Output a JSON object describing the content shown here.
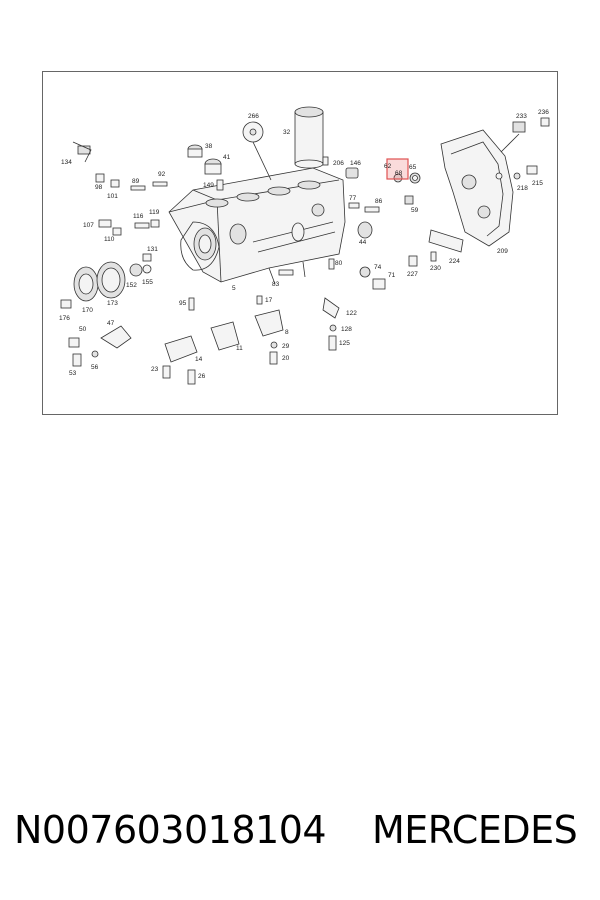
{
  "diagram": {
    "labels": [
      {
        "id": "266",
        "text": "266"
      },
      {
        "id": "32",
        "text": "32"
      },
      {
        "id": "38",
        "text": "38"
      },
      {
        "id": "41",
        "text": "41"
      },
      {
        "id": "206",
        "text": "206"
      },
      {
        "id": "146",
        "text": "146"
      },
      {
        "id": "62",
        "text": "62"
      },
      {
        "id": "68",
        "text": "68"
      },
      {
        "id": "65",
        "text": "65"
      },
      {
        "id": "59",
        "text": "59"
      },
      {
        "id": "233",
        "text": "233"
      },
      {
        "id": "236",
        "text": "236"
      },
      {
        "id": "218",
        "text": "218"
      },
      {
        "id": "215",
        "text": "215"
      },
      {
        "id": "134",
        "text": "134"
      },
      {
        "id": "98",
        "text": "98"
      },
      {
        "id": "101",
        "text": "101"
      },
      {
        "id": "89",
        "text": "89"
      },
      {
        "id": "92",
        "text": "92"
      },
      {
        "id": "149",
        "text": "149"
      },
      {
        "id": "77",
        "text": "77"
      },
      {
        "id": "86",
        "text": "86"
      },
      {
        "id": "44",
        "text": "44"
      },
      {
        "id": "116",
        "text": "116"
      },
      {
        "id": "119",
        "text": "119"
      },
      {
        "id": "107",
        "text": "107"
      },
      {
        "id": "110",
        "text": "110"
      },
      {
        "id": "131",
        "text": "131"
      },
      {
        "id": "74",
        "text": "74"
      },
      {
        "id": "71",
        "text": "71"
      },
      {
        "id": "227",
        "text": "227"
      },
      {
        "id": "230",
        "text": "230"
      },
      {
        "id": "224",
        "text": "224"
      },
      {
        "id": "209",
        "text": "209"
      },
      {
        "id": "80",
        "text": "80"
      },
      {
        "id": "152",
        "text": "152"
      },
      {
        "id": "155",
        "text": "155"
      },
      {
        "id": "170",
        "text": "170"
      },
      {
        "id": "173",
        "text": "173"
      },
      {
        "id": "176",
        "text": "176"
      },
      {
        "id": "5",
        "text": "5"
      },
      {
        "id": "83",
        "text": "83"
      },
      {
        "id": "95",
        "text": "95"
      },
      {
        "id": "17",
        "text": "17"
      },
      {
        "id": "122",
        "text": "122"
      },
      {
        "id": "50",
        "text": "50"
      },
      {
        "id": "47",
        "text": "47"
      },
      {
        "id": "128",
        "text": "128"
      },
      {
        "id": "8",
        "text": "8"
      },
      {
        "id": "125",
        "text": "125"
      },
      {
        "id": "11",
        "text": "11"
      },
      {
        "id": "29",
        "text": "29"
      },
      {
        "id": "20",
        "text": "20"
      },
      {
        "id": "14",
        "text": "14"
      },
      {
        "id": "53",
        "text": "53"
      },
      {
        "id": "56",
        "text": "56"
      },
      {
        "id": "23",
        "text": "23"
      },
      {
        "id": "26",
        "text": "26"
      }
    ],
    "highlighted_label": "68",
    "highlight_color": "#e05252"
  },
  "caption": {
    "part_number": "N007603018104",
    "brand": "MERCEDES"
  }
}
